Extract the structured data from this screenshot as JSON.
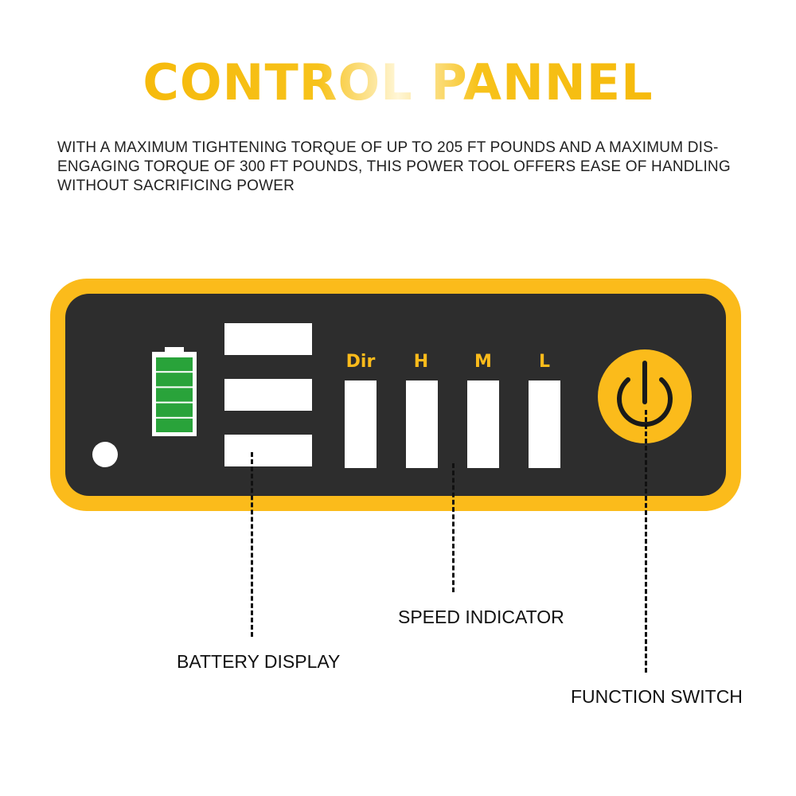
{
  "title": "CONTROL PANNEL",
  "description": {
    "line1": "WITH A MAXIMUM TIGHTENING TORQUE OF UP TO 205 FT POUNDS AND A MAXIMUM DIS-",
    "line2": "ENGAGING TORQUE OF 300 FT POUNDS, THIS POWER TOOL OFFERS EASE OF HANDLING",
    "line3": "WITHOUT SACRIFICING POWER"
  },
  "panel": {
    "frame_color": "#fbbb1b",
    "face_color": "#2d2d2d",
    "battery_fill_color": "#29a33a",
    "battery_level_segments": 5,
    "speed_labels": {
      "dir": "Dir",
      "high": "H",
      "medium": "M",
      "low": "L"
    },
    "icons": {
      "battery": "battery-icon",
      "power": "power-icon",
      "indicator_light": "indicator-light-icon"
    }
  },
  "callouts": {
    "battery_display": "BATTERY DISPLAY",
    "speed_indicator": "SPEED INDICATOR",
    "function_switch": "FUNCTION SWITCH"
  }
}
